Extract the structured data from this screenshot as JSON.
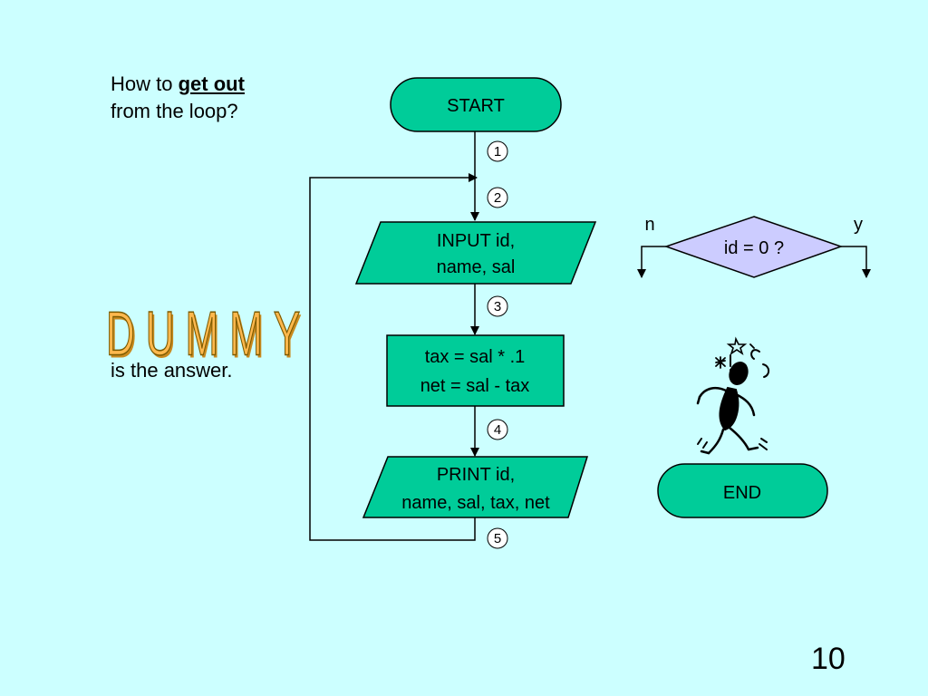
{
  "question": {
    "prefix": "How to",
    "emphasis": "get out",
    "line2": "from the loop?"
  },
  "dummy_word": "DUMMY",
  "answer": "is the answer.",
  "page_number": "10",
  "flowchart": {
    "start": "START",
    "input_line1": "INPUT id,",
    "input_line2": "name, sal",
    "process_line1": "tax = sal * .1",
    "process_line2": "net = sal - tax",
    "print_line1": "PRINT id,",
    "print_line2": "name, sal, tax, net",
    "decision": "id = 0 ?",
    "decision_no": "n",
    "decision_yes": "y",
    "end": "END",
    "steps": [
      "1",
      "2",
      "3",
      "4",
      "5"
    ]
  },
  "colors": {
    "background": "#ccffff",
    "terminal_fill": "#00cc99",
    "decision_fill": "#ccccff",
    "dummy_fill": "#ffb84d"
  },
  "decorative": {
    "figure_icon": "dizzy-figure-icon"
  }
}
